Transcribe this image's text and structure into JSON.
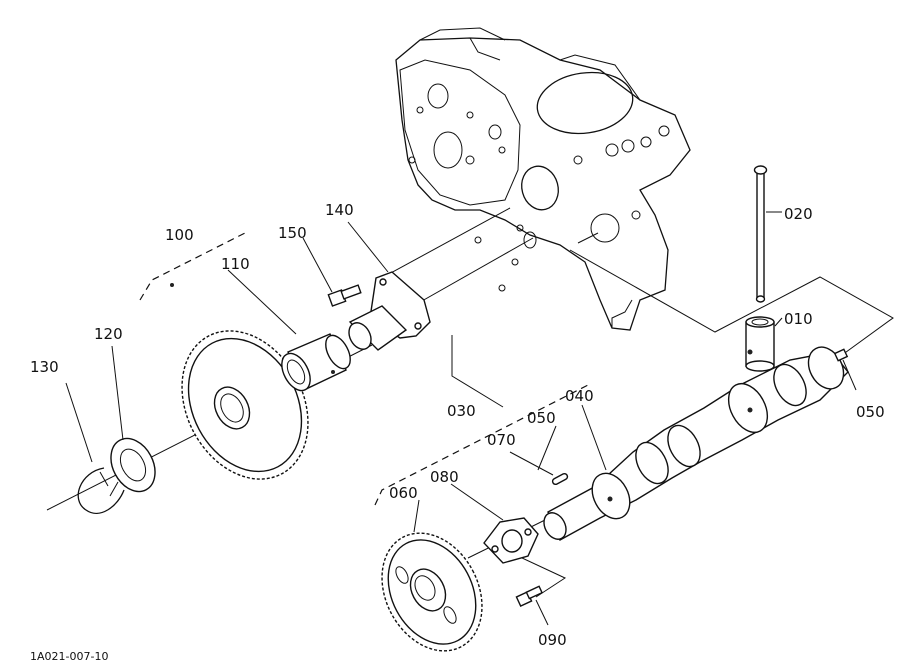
{
  "labels": {
    "p010": "010",
    "p020": "020",
    "p030": "030",
    "p040": "040",
    "p050a": "050",
    "p050b": "050",
    "p060": "060",
    "p070": "070",
    "p080": "080",
    "p090": "090",
    "p100": "100",
    "p110": "110",
    "p120": "120",
    "p130": "130",
    "p140": "140",
    "p150": "150"
  },
  "drawing_code": "1A021-007-10"
}
